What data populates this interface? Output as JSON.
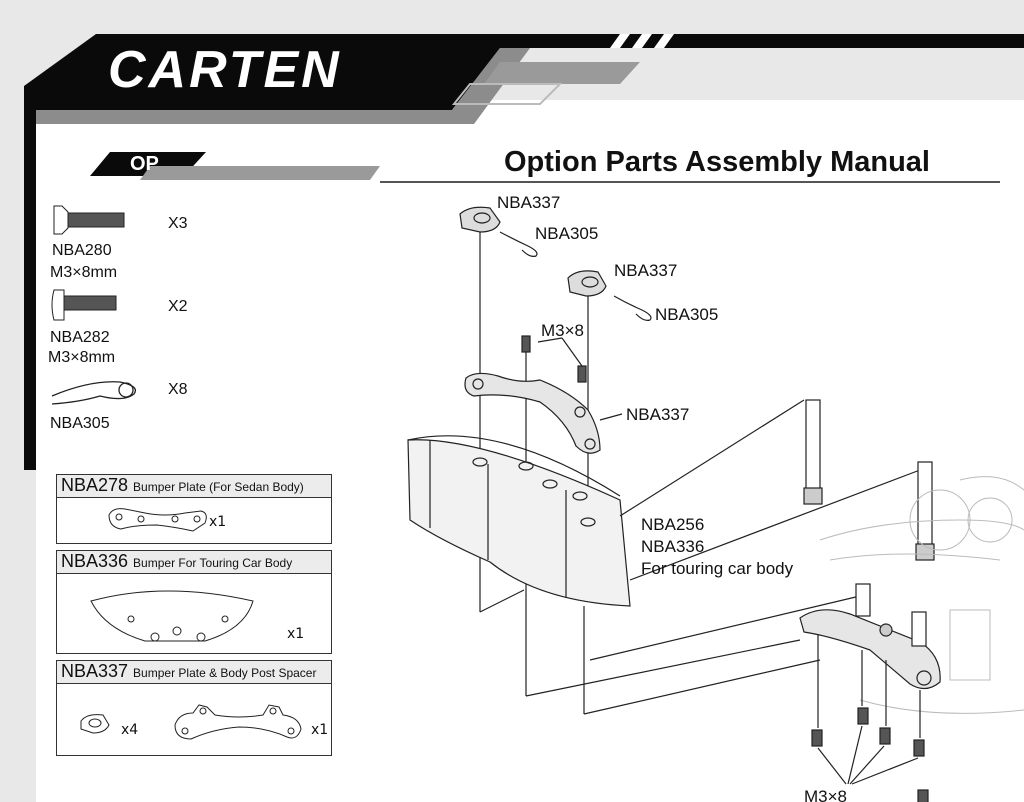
{
  "header": {
    "brand": "CARTEN",
    "badge": "OP",
    "title": "Option Parts Assembly Manual"
  },
  "hardware": [
    {
      "code": "NBA280",
      "size": "M3×8mm",
      "qty": "X3",
      "icon": "flat-head-screw-icon"
    },
    {
      "code": "NBA282",
      "size": "M3×8mm",
      "qty": "X2",
      "icon": "button-head-screw-icon"
    },
    {
      "code": "NBA305",
      "size": "",
      "qty": "X8",
      "icon": "body-clip-icon"
    }
  ],
  "part_boxes": [
    {
      "code": "NBA278",
      "desc": "Bumper Plate (For Sedan Body)",
      "qty": "x1"
    },
    {
      "code": "NBA336",
      "desc": "Bumper For Touring Car Body",
      "qty": "x1"
    },
    {
      "code": "NBA337",
      "desc": "Bumper Plate & Body Post Spacer",
      "qty_small": "x4",
      "qty": "x1"
    }
  ],
  "callouts": {
    "spacer_top": "NBA337",
    "clip_top": "NBA305",
    "spacer_mid": "NBA337",
    "clip_mid": "NBA305",
    "screw_top": "M3×8",
    "plate": "NBA337",
    "bumper_codes": [
      "NBA256",
      "NBA336"
    ],
    "bumper_note": "For touring car body",
    "screw_bottom": "M3×8"
  },
  "colors": {
    "band": "#0a0a0a",
    "stripe_gray": "#8a8a8a",
    "page_bg": "#e8e8e8",
    "paper": "#ffffff"
  }
}
